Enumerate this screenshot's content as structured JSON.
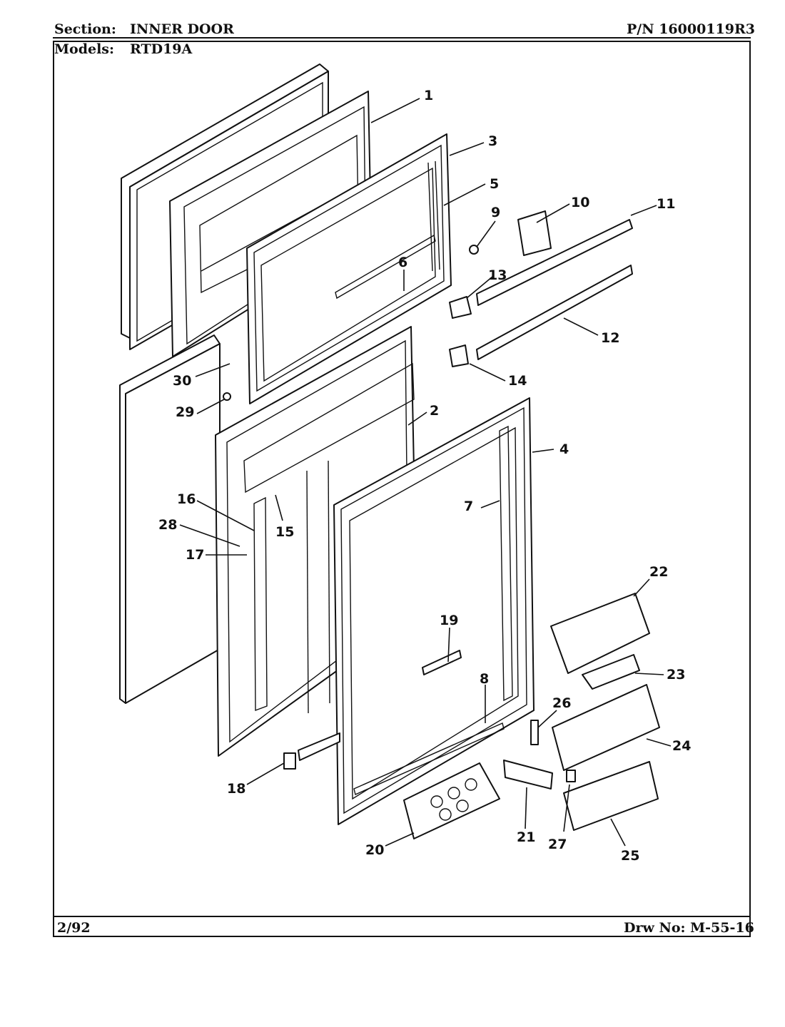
{
  "header": {
    "section_label": "Section:",
    "section_value": "INNER DOOR",
    "part_number": "P/N 16000119R3",
    "models_label": "Models:",
    "models_value": "RTD19A"
  },
  "footer": {
    "date": "2/92",
    "drawing_number": "Drw No: M-55-16"
  },
  "callouts": [
    "1",
    "2",
    "3",
    "4",
    "5",
    "6",
    "7",
    "8",
    "9",
    "10",
    "11",
    "12",
    "13",
    "14",
    "15",
    "16",
    "17",
    "18",
    "19",
    "20",
    "21",
    "22",
    "23",
    "24",
    "25",
    "26",
    "27",
    "28",
    "29",
    "30"
  ]
}
